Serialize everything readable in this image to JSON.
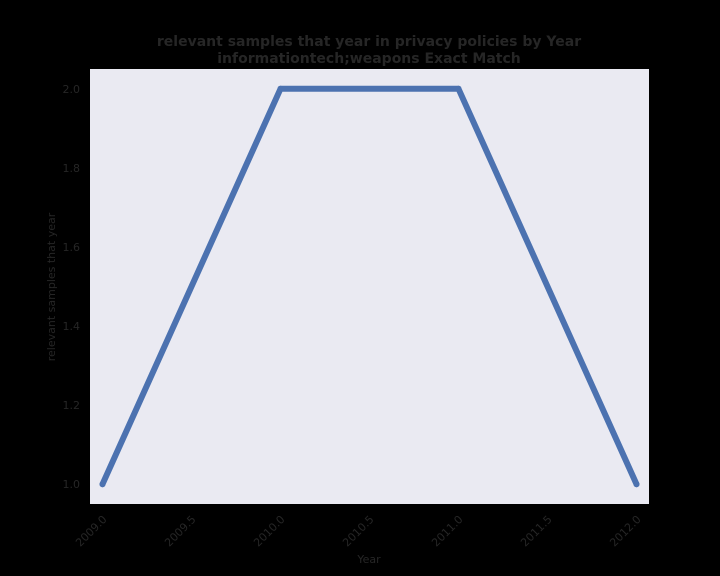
{
  "chart_data": {
    "type": "line",
    "title_lines": [
      "relevant samples that year in privacy policies by Year",
      "informationtech;weapons Exact Match"
    ],
    "xlabel": "Year",
    "ylabel": "relevant samples that year",
    "x_ticks": [
      "2009.0",
      "2009.5",
      "2010.0",
      "2010.5",
      "2011.0",
      "2011.5",
      "2012.0"
    ],
    "y_ticks": [
      "1.0",
      "1.2",
      "1.4",
      "1.6",
      "1.8",
      "2.0"
    ],
    "xlim": [
      2008.93,
      2012.07
    ],
    "ylim": [
      0.95,
      2.05
    ],
    "grid": false,
    "series": [
      {
        "x": [
          2009,
          2010,
          2011,
          2012
        ],
        "y": [
          1,
          2,
          2,
          1
        ],
        "color": "#4c72b0"
      }
    ],
    "colors": {
      "background": "#000000",
      "plot_area": "#eaeaf2",
      "text": "#262626"
    }
  }
}
